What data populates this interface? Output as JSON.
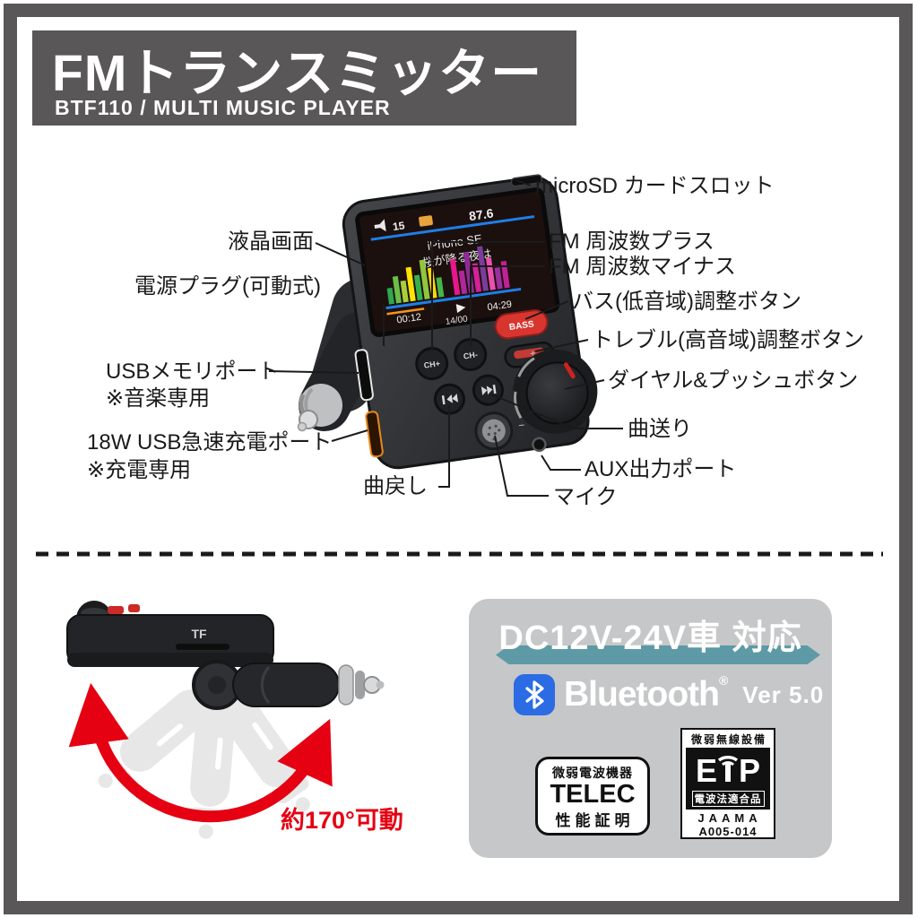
{
  "header": {
    "title": "FMトランスミッター",
    "subtitle": "BTF110 / MULTI MUSIC PLAYER"
  },
  "diagram": {
    "labels": {
      "lcd": "液晶画面",
      "power_plug": "電源プラグ(可動式)",
      "usb_memory_1": "USBメモリポート",
      "usb_memory_2": "※音楽専用",
      "usb_charge_1": "18W USB急速充電ポート",
      "usb_charge_2": "※充電専用",
      "prev_track": "曲戻し",
      "microsd": "microSD カードスロット",
      "fm_plus": "FM 周波数プラス",
      "fm_minus": "FM 周波数マイナス",
      "bass": "バス(低音域)調整ボタン",
      "treble": "トレブル(高音域)調整ボタン",
      "dial": "ダイヤル&プッシュボタン",
      "next_track": "曲送り",
      "aux": "AUX出力ポート",
      "mic": "マイク"
    }
  },
  "screen": {
    "battery": "15",
    "frequency": "87.6",
    "device_name": "iPhone SE",
    "song_title": "桜が降る夜は",
    "elapsed": "00:12",
    "duration": "04:29",
    "track": "14/00",
    "ch_plus": "CH+",
    "ch_minus": "CH-",
    "bass_button": "BASS"
  },
  "rotation": {
    "tf_label": "TF",
    "caption": "約170°可動"
  },
  "info_box": {
    "dc_support": "DC12V-24V車 対応",
    "bluetooth_word": "Bluetooth",
    "bluetooth_reg": "®",
    "bluetooth_version": "Ver 5.0",
    "telec": {
      "line1": "微弱電波機器",
      "logo": "TELEC",
      "line3": "性能証明"
    },
    "elp": {
      "top": "微弱無線設備",
      "letter_e": "E",
      "letter_p": "P",
      "band": "電波法適合品",
      "jaama": "JAAMA",
      "code": "A005-014"
    }
  },
  "colors": {
    "frame_gray": "#595757",
    "accent_red": "#e50012",
    "box_gray": "#c6c7c8",
    "ribbon_teal": "#5d9aa6",
    "bluetooth_blue": "#2b6be4",
    "line_black": "#1a1a1a"
  }
}
